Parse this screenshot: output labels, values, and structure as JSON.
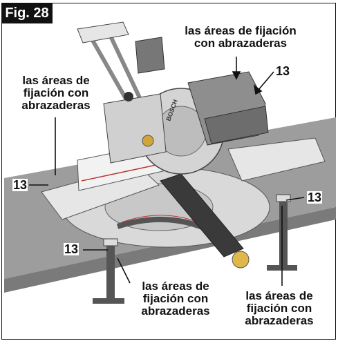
{
  "figure": {
    "label": "Fig. 28"
  },
  "callouts": {
    "top": {
      "lines": [
        "las áreas de fijación",
        "con abrazaderas"
      ]
    },
    "left": {
      "lines": [
        "las áreas de",
        "fijación con",
        "abrazaderas"
      ]
    },
    "bottom_mid": {
      "lines": [
        "las áreas de",
        "fijación con",
        "abrazaderas"
      ]
    },
    "bottom_right": {
      "lines": [
        "las áreas de",
        "fijación con",
        "abrazaderas"
      ]
    }
  },
  "part_numbers": {
    "top_right": "13",
    "left": "13",
    "right": "13",
    "bottom_left": "13"
  },
  "product_brand": "BOSCH"
}
